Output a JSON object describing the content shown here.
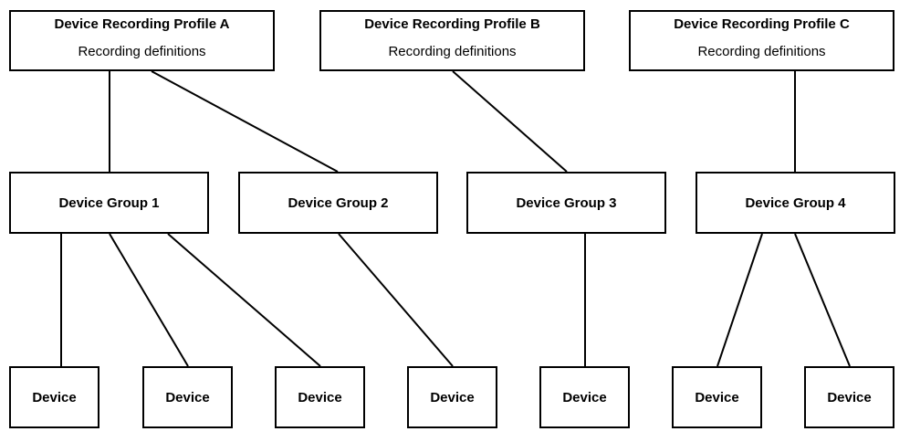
{
  "profiles": [
    {
      "title": "Device Recording Profile A",
      "subtitle": "Recording definitions"
    },
    {
      "title": "Device Recording Profile B",
      "subtitle": "Recording definitions"
    },
    {
      "title": "Device Recording Profile C",
      "subtitle": "Recording definitions"
    }
  ],
  "groups": [
    {
      "label": "Device Group 1"
    },
    {
      "label": "Device Group 2"
    },
    {
      "label": "Device Group 3"
    },
    {
      "label": "Device Group 4"
    }
  ],
  "devices": [
    {
      "label": "Device"
    },
    {
      "label": "Device"
    },
    {
      "label": "Device"
    },
    {
      "label": "Device"
    },
    {
      "label": "Device"
    },
    {
      "label": "Device"
    },
    {
      "label": "Device"
    }
  ],
  "connections": [
    {
      "from": "Device Recording Profile A",
      "to": "Device Group 1"
    },
    {
      "from": "Device Recording Profile A",
      "to": "Device Group 2"
    },
    {
      "from": "Device Recording Profile B",
      "to": "Device Group 3"
    },
    {
      "from": "Device Recording Profile C",
      "to": "Device Group 4"
    },
    {
      "from": "Device Group 1",
      "to": "Device 1"
    },
    {
      "from": "Device Group 1",
      "to": "Device 2"
    },
    {
      "from": "Device Group 1",
      "to": "Device 3"
    },
    {
      "from": "Device Group 2",
      "to": "Device 4"
    },
    {
      "from": "Device Group 3",
      "to": "Device 5"
    },
    {
      "from": "Device Group 4",
      "to": "Device 6"
    },
    {
      "from": "Device Group 4",
      "to": "Device 7"
    }
  ]
}
